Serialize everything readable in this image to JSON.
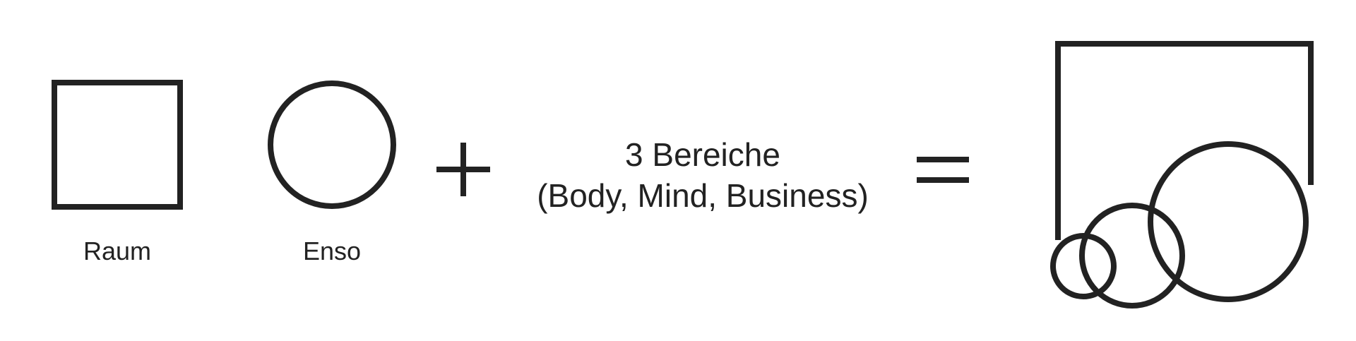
{
  "elements": {
    "square_label": "Raum",
    "enso_label": "Enso",
    "areas_line_1": "3 Bereiche",
    "areas_line_2": "(Body, Mind, Business)"
  },
  "operators": {
    "plus": "+",
    "equals": "="
  },
  "colors": {
    "stroke": "#222222",
    "background": "#ffffff"
  },
  "icons": {
    "square": "square-outline-icon",
    "enso": "circle-outline-icon",
    "plus": "plus-icon",
    "equals": "equals-icon",
    "result": "combined-logo-icon"
  }
}
